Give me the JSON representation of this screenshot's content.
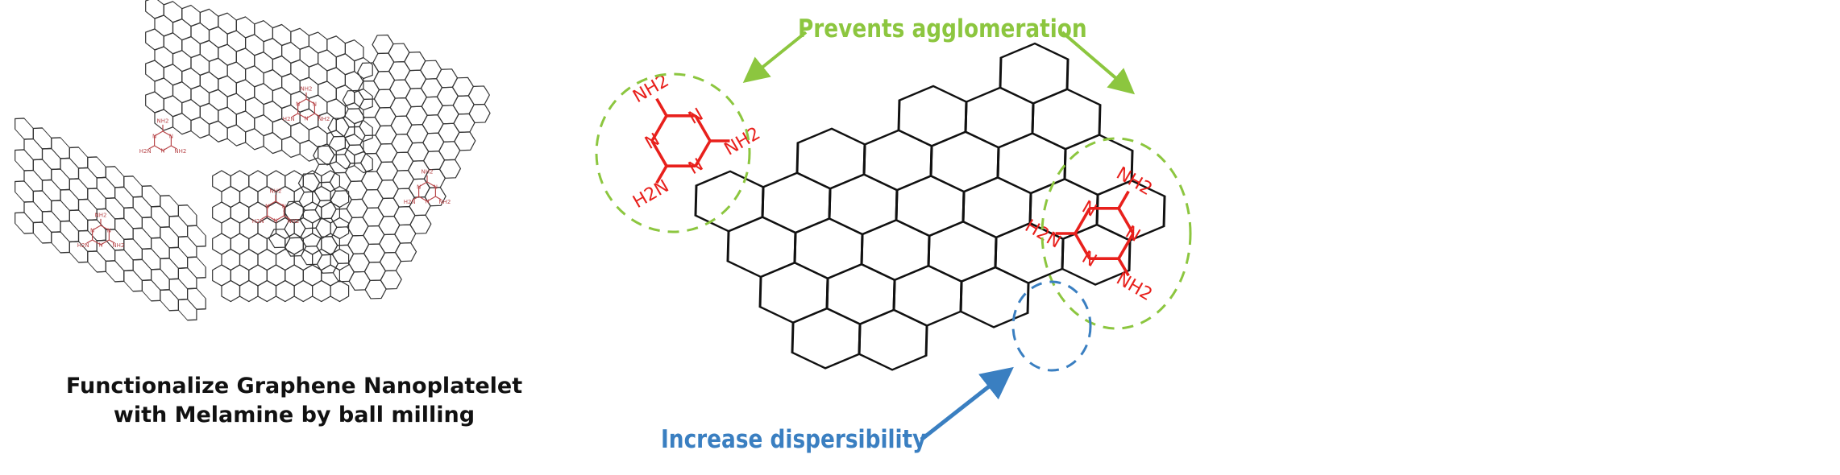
{
  "caption": {
    "line1": "Functionalize Graphene Nanoplatelet",
    "line2": "with Melamine by ball milling"
  },
  "labels": {
    "prevents": "Prevents agglomeration",
    "increase": "Increase dispersibility"
  },
  "chem": {
    "amine": "NH2",
    "amine_left": "H2N",
    "nitrogen": "N"
  },
  "colors": {
    "graphene": "#333333",
    "melamine_small": "#b8474a",
    "melamine_big": "#e8201c",
    "green": "#8cc63f",
    "blue": "#3a7fc1"
  }
}
